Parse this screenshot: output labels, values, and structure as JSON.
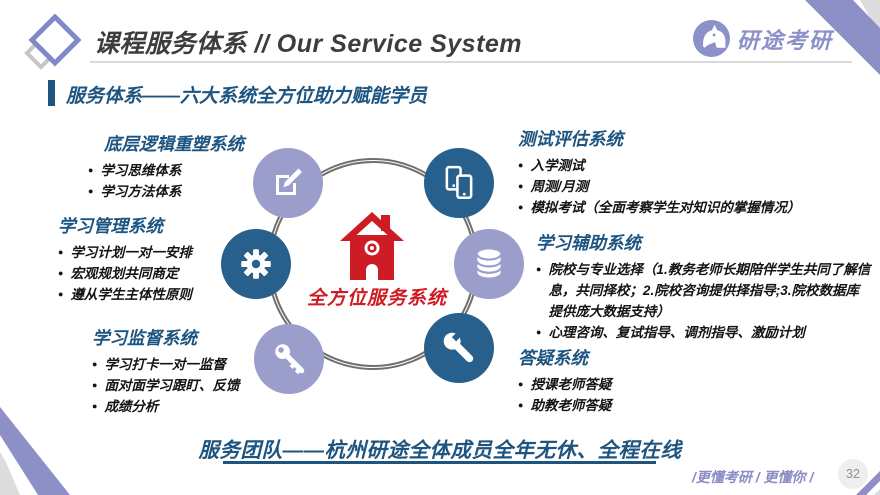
{
  "slide": {
    "header": {
      "title": "课程服务体系 // Our Service System",
      "brand": "研途考研"
    },
    "section_heading": "服务体系——六大系统全方位助力赋能学员",
    "center": {
      "label": "全方位服务系统",
      "icon": "house"
    },
    "systems": [
      {
        "title": "底层逻辑重塑系统",
        "icon": "pencil",
        "bullets": [
          "学习思维体系",
          "学习方法体系"
        ]
      },
      {
        "title": "测试评估系统",
        "icon": "phones",
        "bullets": [
          "入学测试",
          "周测/月测",
          "模拟考试（全面考察学生对知识的掌握情况）"
        ]
      },
      {
        "title": "学习管理系统",
        "icon": "gear",
        "bullets": [
          "学习计划一对一安排",
          "宏观规划共同商定",
          "遵从学生主体性原则"
        ]
      },
      {
        "title": "学习辅助系统",
        "icon": "database",
        "bullets": [
          "院校与专业选择（1.教务老师长期陪伴学生共同了解信息，共同择校；2.院校咨询提供择指导;3.院校数据库提供庞大数据支持）",
          "心理咨询、复试指导、调剂指导、激励计划"
        ]
      },
      {
        "title": "学习监督系统",
        "icon": "key",
        "bullets": [
          "学习打卡一对一监督",
          "面对面学习跟盯、反馈",
          "成绩分析"
        ]
      },
      {
        "title": "答疑系统",
        "icon": "wrench",
        "bullets": [
          "授课老师答疑",
          "助教老师答疑"
        ]
      }
    ],
    "footer": {
      "team_line": "服务团队——杭州研途全体成员全年无休、全程在线",
      "slogan": "/更懂考研 / 更懂你 /",
      "page_number": "32"
    },
    "colors": {
      "title_blue": "#1d5480",
      "accent_red": "#ce1c24",
      "node_blue": "#27608d",
      "node_purple": "#9b9dcb",
      "brand_purple": "#8b90c8",
      "corner_gray": "#dcdcdc"
    }
  }
}
